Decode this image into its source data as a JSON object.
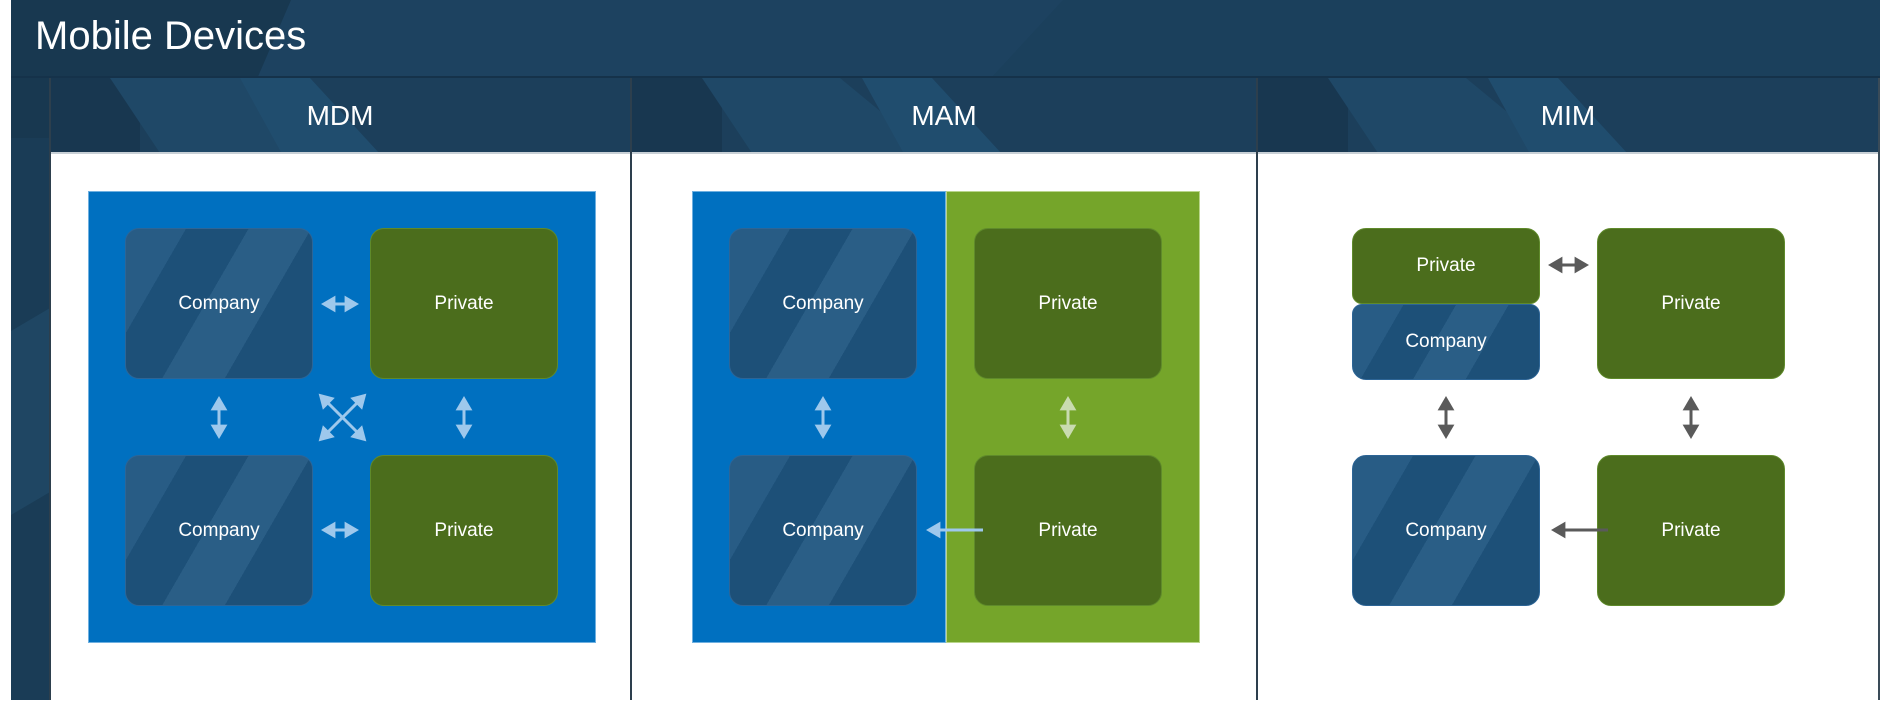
{
  "title": "Mobile Devices",
  "colors": {
    "header_bg": "#1d4260",
    "panel_blue": "#0070c0",
    "panel_green": "#75a52a",
    "company_box": "#1f5580",
    "private_box": "#4b6d1c",
    "arrow_light_blue": "#9ec8ec",
    "arrow_light_green": "#c9dbb0",
    "arrow_dark": "#5a5a5a"
  },
  "columns": [
    {
      "label": "MDM",
      "boxes": [
        {
          "type": "company",
          "label": "Company"
        },
        {
          "type": "private",
          "label": "Private"
        },
        {
          "type": "company",
          "label": "Company"
        },
        {
          "type": "private",
          "label": "Private"
        }
      ]
    },
    {
      "label": "MAM",
      "boxes": [
        {
          "type": "company",
          "label": "Company"
        },
        {
          "type": "private",
          "label": "Private"
        },
        {
          "type": "company",
          "label": "Company"
        },
        {
          "type": "private",
          "label": "Private"
        }
      ]
    },
    {
      "label": "MIM",
      "boxes": [
        {
          "type": "private",
          "label": "Private"
        },
        {
          "type": "company",
          "label": "Company"
        },
        {
          "type": "private",
          "label": "Private"
        },
        {
          "type": "company",
          "label": "Company"
        },
        {
          "type": "private",
          "label": "Private"
        }
      ]
    }
  ],
  "connections": [
    {
      "column": "MDM",
      "from": "Company (top)",
      "to": "Private (top)",
      "direction": "both"
    },
    {
      "column": "MDM",
      "from": "Company (top)",
      "to": "Company (bottom)",
      "direction": "both"
    },
    {
      "column": "MDM",
      "from": "Private (top)",
      "to": "Private (bottom)",
      "direction": "both"
    },
    {
      "column": "MDM",
      "from": "Company (top)",
      "to": "Private (bottom)",
      "direction": "both"
    },
    {
      "column": "MDM",
      "from": "Private (top)",
      "to": "Company (bottom)",
      "direction": "both"
    },
    {
      "column": "MDM",
      "from": "Company (bottom)",
      "to": "Private (bottom)",
      "direction": "both"
    },
    {
      "column": "MAM",
      "from": "Company (top)",
      "to": "Company (bottom)",
      "direction": "both"
    },
    {
      "column": "MAM",
      "from": "Private (top)",
      "to": "Private (bottom)",
      "direction": "both"
    },
    {
      "column": "MAM",
      "from": "Private (bottom)",
      "to": "Company (bottom)",
      "direction": "one-way"
    },
    {
      "column": "MIM",
      "from": "Private (stacked)",
      "to": "Private (top right)",
      "direction": "both"
    },
    {
      "column": "MIM",
      "from": "Company (stacked)",
      "to": "Company (bottom)",
      "direction": "both"
    },
    {
      "column": "MIM",
      "from": "Private (top right)",
      "to": "Private (bottom)",
      "direction": "both"
    },
    {
      "column": "MIM",
      "from": "Private (bottom)",
      "to": "Company (bottom)",
      "direction": "one-way"
    }
  ]
}
